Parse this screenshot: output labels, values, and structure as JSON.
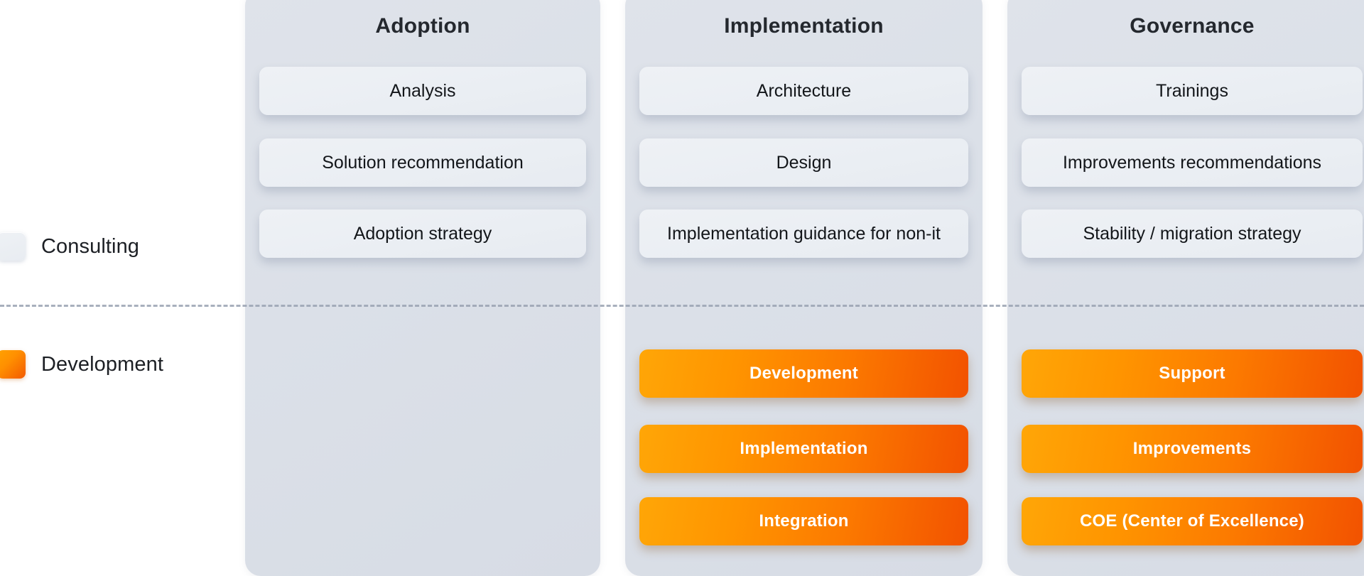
{
  "legend": {
    "items": [
      {
        "label": "Consulting",
        "swatch": "consulting-swatch",
        "color": "#eaeef3"
      },
      {
        "label": "Development",
        "swatch": "development-swatch",
        "color": "#FF9000"
      }
    ]
  },
  "divider": {
    "style": "dashed",
    "color": "#9aa3b2"
  },
  "columns": [
    {
      "title": "Adoption",
      "consulting": [
        "Analysis",
        "Solution recommendation",
        "Adoption strategy"
      ],
      "development": []
    },
    {
      "title": "Implementation",
      "consulting": [
        "Architecture",
        "Design",
        "Implementation guidance for non-it"
      ],
      "development": [
        "Development",
        "Implementation",
        "Integration"
      ]
    },
    {
      "title": "Governance",
      "consulting": [
        "Trainings",
        "Improvements recommendations",
        "Stability / migration strategy"
      ],
      "development": [
        "Support",
        "Improvements",
        "COE (Center of Excellence)"
      ]
    }
  ]
}
